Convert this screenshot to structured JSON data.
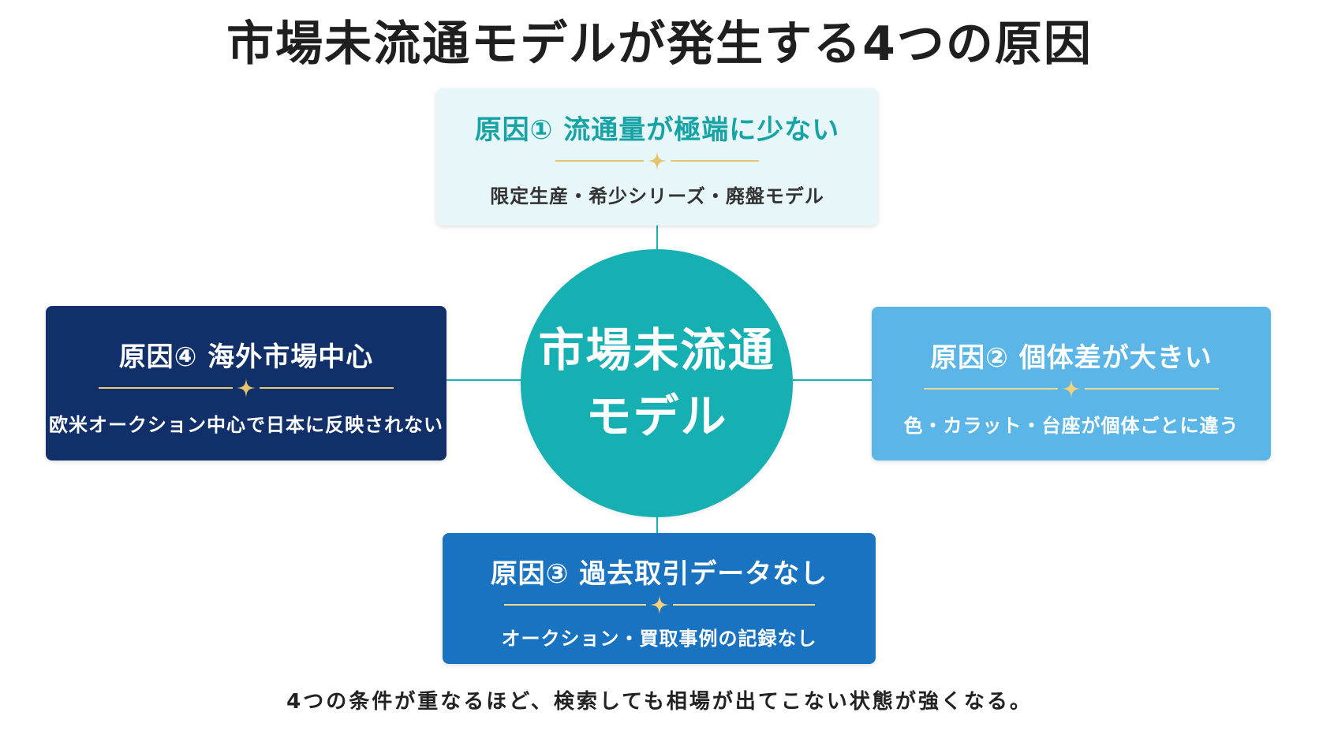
{
  "title": "市場未流通モデルが発生する4つの原因",
  "center": {
    "line1": "市場未流通",
    "line2": "モデル"
  },
  "causes": [
    {
      "title": "原因① 流通量が極端に少ない",
      "description": "限定生産・希少シリーズ・廃盤モデル",
      "color": "#e6f6f9"
    },
    {
      "title": "原因② 個体差が大きい",
      "description": "色・カラット・台座が個体ごとに違う",
      "color": "#5bb5e6"
    },
    {
      "title": "原因③ 過去取引データなし",
      "description": "オークション・買取事例の記録なし",
      "color": "#1a73c0"
    },
    {
      "title": "原因④ 海外市場中心",
      "description": "欧米オークション中心で日本に反映されない",
      "color": "#11306a"
    }
  ],
  "footer": "4つの条件が重なるほど、検索しても相場が出てこない状態が強くなる。",
  "colors": {
    "center": "#16b0b2",
    "connector": "#16b4b6",
    "sparkle": "#e6c46a"
  },
  "icons": {
    "divider": "sparkle-icon"
  }
}
